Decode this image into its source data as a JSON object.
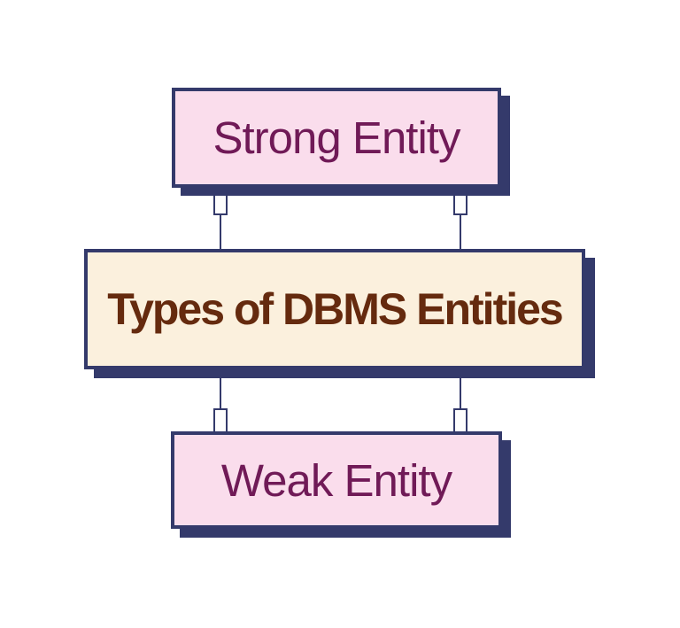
{
  "diagram": {
    "title": "Types of DBMS Entities",
    "nodes": [
      {
        "id": "strong-entity",
        "label": "Strong Entity",
        "role": "child-top"
      },
      {
        "id": "types-of-dbms-entities",
        "label": "Types of DBMS Entities",
        "role": "root"
      },
      {
        "id": "weak-entity",
        "label": "Weak Entity",
        "role": "child-bottom"
      }
    ],
    "edges": [
      {
        "from": "strong-entity",
        "to": "types-of-dbms-entities",
        "side": "left"
      },
      {
        "from": "strong-entity",
        "to": "types-of-dbms-entities",
        "side": "right"
      },
      {
        "from": "types-of-dbms-entities",
        "to": "weak-entity",
        "side": "left"
      },
      {
        "from": "types-of-dbms-entities",
        "to": "weak-entity",
        "side": "right"
      }
    ]
  },
  "colors": {
    "navy": "#343A6B",
    "pink": "#FADDEC",
    "cream": "#FBF0DD",
    "plum": "#701A57",
    "brown": "#652A0E",
    "stub-fill": "#FEFEFE",
    "canvas-bg": "#FFFFFF"
  }
}
